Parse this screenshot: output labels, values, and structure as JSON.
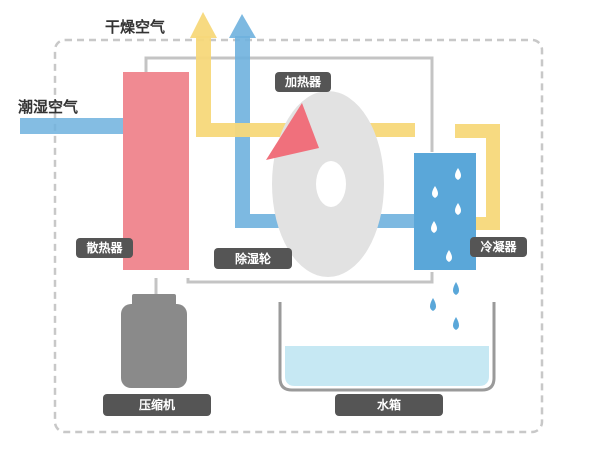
{
  "labels": {
    "dry_air": "干燥空气",
    "humid_air": "潮湿空气",
    "heater": "加热器",
    "radiator": "散热器",
    "desiccant_wheel": "除湿轮",
    "condenser": "冷凝器",
    "compressor": "压缩机",
    "water_tank": "水箱"
  },
  "colors": {
    "humid_air_flow": "#6fb1de",
    "dry_air_flow": "#f7d87a",
    "radiator": "#f08a92",
    "heater": "#f0707c",
    "condenser": "#5aa7d9",
    "wheel": "#e2e2e2",
    "compressor": "#8a8a8a",
    "water": "#c6e8f3",
    "pipes": "#c4c4c4",
    "label_tag_bg": "#555555",
    "dashed_frame": "#c8c8c8"
  }
}
